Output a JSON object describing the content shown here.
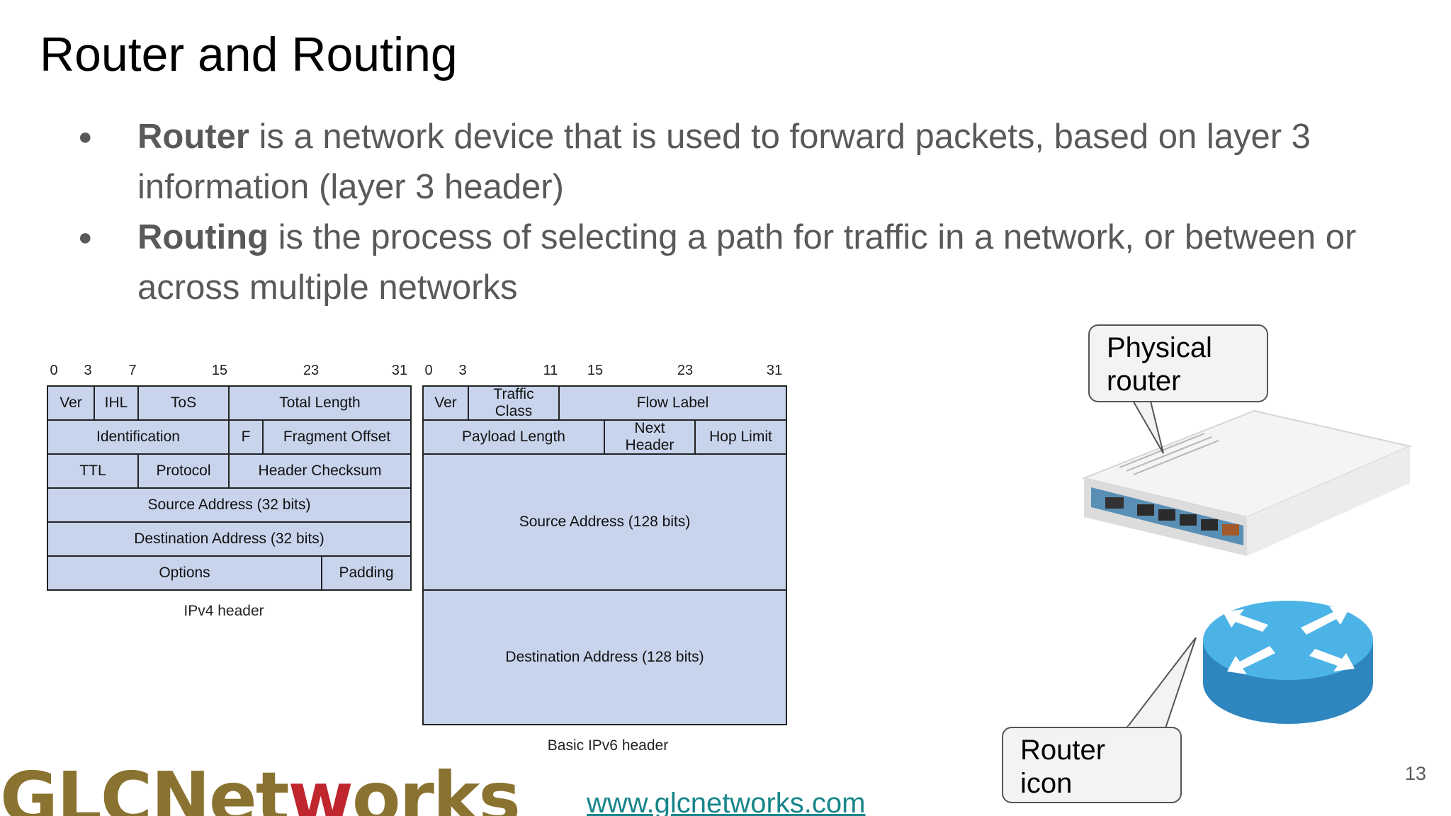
{
  "slide": {
    "title": "Router and Routing",
    "page_number": "13",
    "bullets": [
      {
        "term": "Router",
        "text": " is a network device that is used to forward packets, based on layer 3 information (layer 3 header)"
      },
      {
        "term": "Routing",
        "text": " is the process of selecting a path for traffic in a network, or between or across multiple networks"
      }
    ]
  },
  "ipv4": {
    "bits": [
      "0",
      "3",
      "7",
      "15",
      "23",
      "31"
    ],
    "caption": "IPv4 header",
    "cells": {
      "ver": "Ver",
      "ihl": "IHL",
      "tos": "ToS",
      "total_length": "Total Length",
      "identification": "Identification",
      "flags": "F",
      "fragment_offset": "Fragment Offset",
      "ttl": "TTL",
      "protocol": "Protocol",
      "header_checksum": "Header Checksum",
      "source": "Source Address (32 bits)",
      "destination": "Destination Address (32 bits)",
      "options": "Options",
      "padding": "Padding"
    }
  },
  "ipv6": {
    "bits": [
      "0",
      "3",
      "11",
      "15",
      "23",
      "31"
    ],
    "caption": "Basic IPv6 header",
    "cells": {
      "ver": "Ver",
      "traffic_class_1": "Traffic",
      "traffic_class_2": "Class",
      "flow_label": "Flow Label",
      "payload_length": "Payload Length",
      "next_header_1": "Next",
      "next_header_2": "Header",
      "hop_limit": "Hop Limit",
      "source": "Source Address (128 bits)",
      "destination": "Destination Address (128 bits)"
    }
  },
  "callouts": {
    "physical": [
      "Physical",
      "router"
    ],
    "icon": [
      "Router",
      "icon"
    ]
  },
  "footer": {
    "logo_main": "GLCNet",
    "logo_accent": "w",
    "logo_end": "orks",
    "url": "www.glcnetworks.com"
  },
  "colors": {
    "header_fill": "#c8d4ec",
    "router_icon": "#3a9fd6",
    "logo_gold": "#8a7330",
    "logo_red": "#c0262d",
    "link": "#17868a"
  }
}
